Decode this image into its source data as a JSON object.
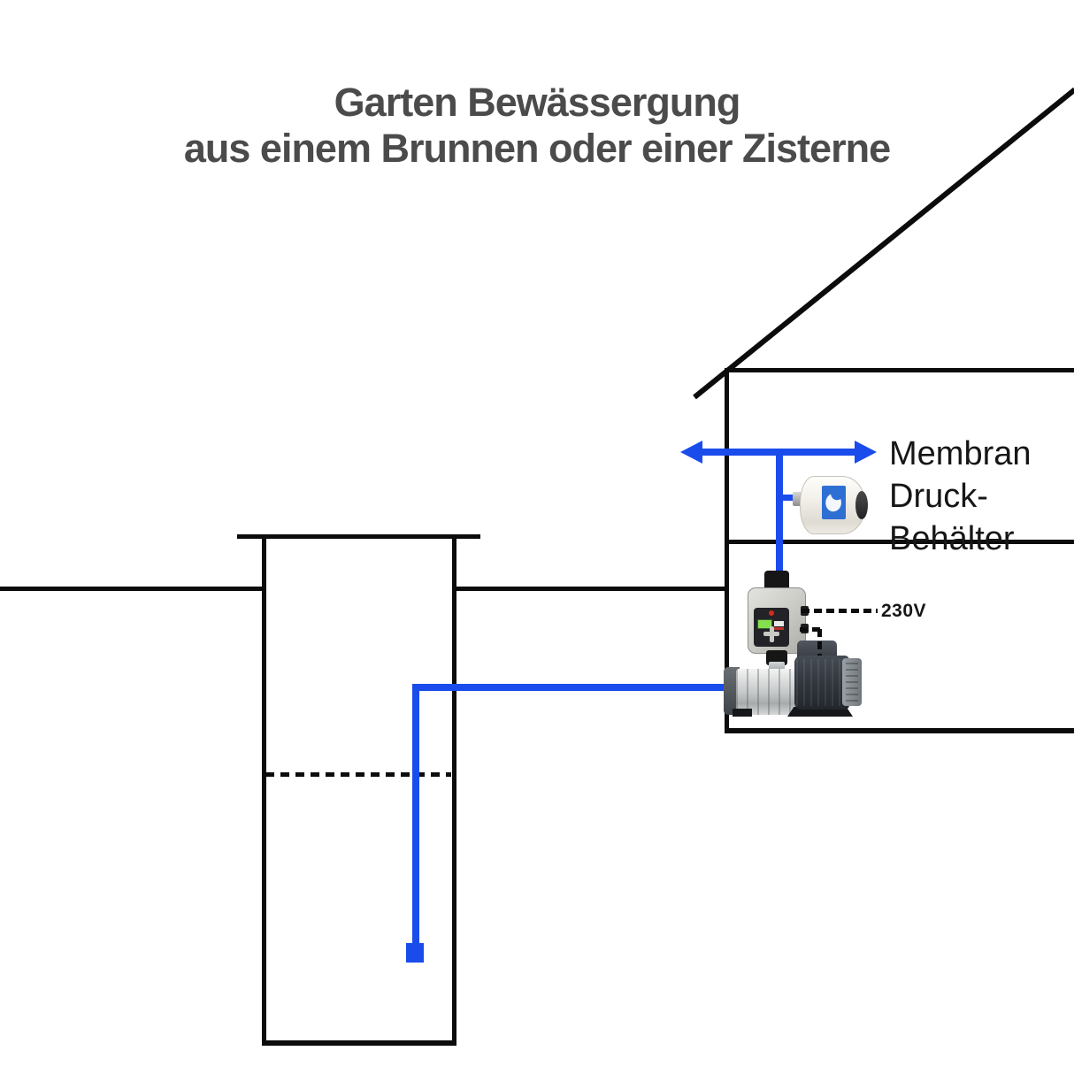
{
  "title": {
    "line1": "Garten Bewässergung",
    "line2": "aus einem Brunnen oder einer Zisterne"
  },
  "annotations": {
    "membrane_tank_label": {
      "line1": "Membran",
      "line2": "Druck-",
      "line3": "Behälter"
    },
    "power_label": "230V"
  },
  "colors": {
    "pipe_blue": "#1a4ceb",
    "line_black": "#0c0c0c",
    "title_gray": "#4b4b4b",
    "label_black": "#161616",
    "tank_label_blue": "#2e6fd4"
  },
  "components": [
    "well-shaft",
    "water-level",
    "suction-pipe-with-foot-valve",
    "house-outline-with-roof",
    "flow-direction-arrow",
    "membrane-pressure-tank",
    "pump-controller",
    "horizontal-multistage-pump",
    "power-supply-wire"
  ]
}
